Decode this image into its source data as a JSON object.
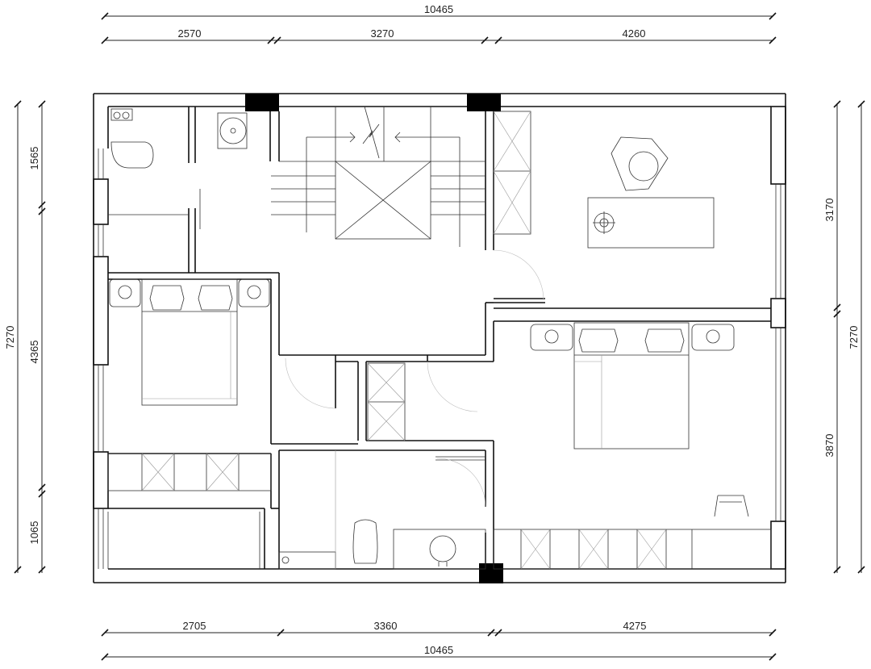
{
  "dimensions": {
    "top_total": "10465",
    "top_segments": [
      "2570",
      "3270",
      "4260"
    ],
    "bottom_total": "10465",
    "bottom_segments": [
      "2705",
      "3360",
      "4275"
    ],
    "left_total": "7270",
    "left_segments": [
      "1565",
      "4365",
      "1065"
    ],
    "right_total": "7270",
    "right_segments": [
      "3170",
      "3870"
    ]
  },
  "colors": {
    "wall": "#111111",
    "column": "#000000",
    "fixture_line": "#333333",
    "background": "#ffffff"
  }
}
